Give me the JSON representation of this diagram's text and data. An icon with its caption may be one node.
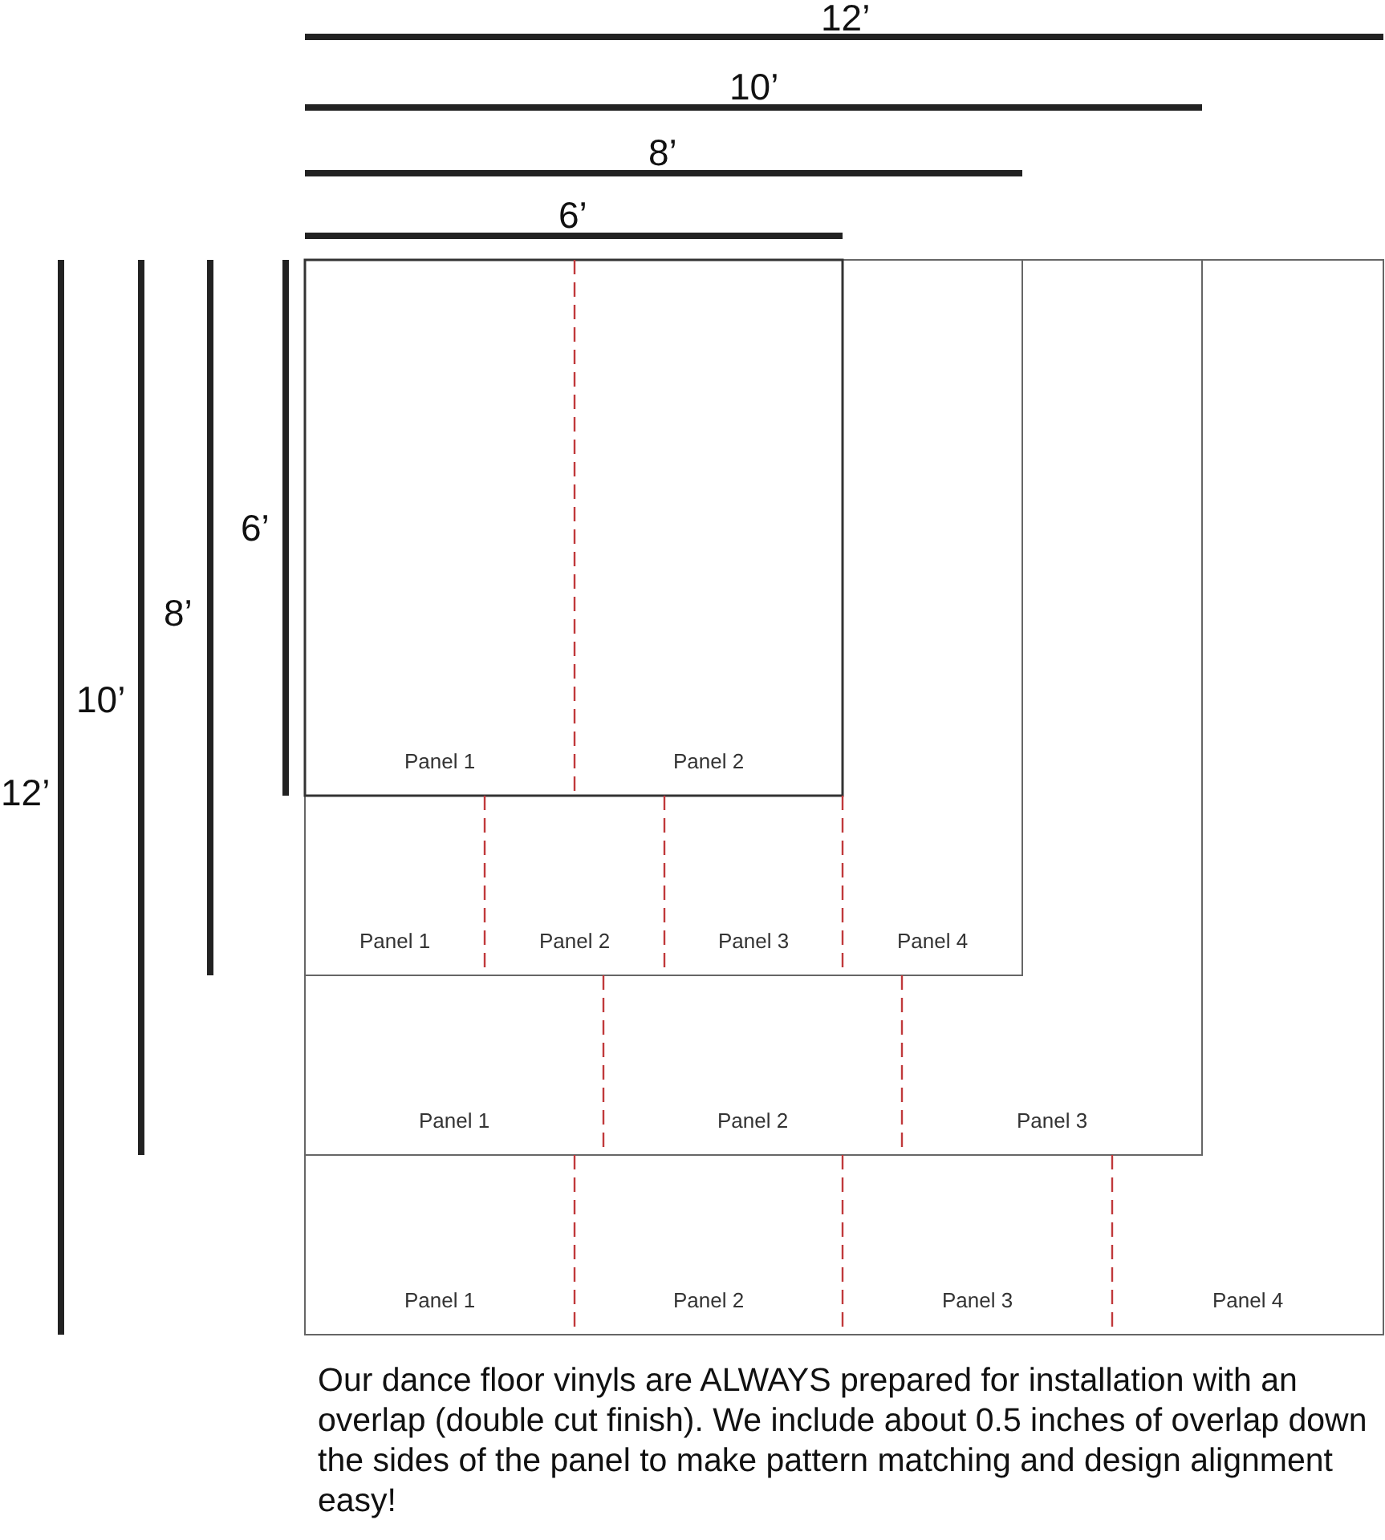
{
  "diagram": {
    "caption": "Our dance floor vinyls are ALWAYS prepared for installation with an overlap (double cut finish). We include about 0.5 inches of overlap down the sides of the panel to make pattern matching and design alignment easy!",
    "nodes": [
      {
        "text": [
          "Panel 1"
        ]
      },
      {
        "text": [
          "Panel 2"
        ]
      },
      {
        "text": [
          "Panel 1"
        ]
      },
      {
        "text": [
          "Panel 2"
        ]
      },
      {
        "text": [
          "Panel 3"
        ]
      },
      {
        "text": [
          "Panel 4"
        ]
      },
      {
        "text": [
          "Panel 1"
        ]
      },
      {
        "text": [
          "Panel 2"
        ]
      },
      {
        "text": [
          "Panel 3"
        ]
      },
      {
        "text": [
          "Panel 1"
        ]
      },
      {
        "text": [
          "Panel 2"
        ]
      },
      {
        "text": [
          "Panel 3"
        ]
      },
      {
        "text": [
          "Panel 4"
        ]
      }
    ],
    "labels": [
      "12’",
      "10’",
      "8’",
      "6’",
      "6’",
      "8’",
      "10’",
      "12’"
    ]
  }
}
